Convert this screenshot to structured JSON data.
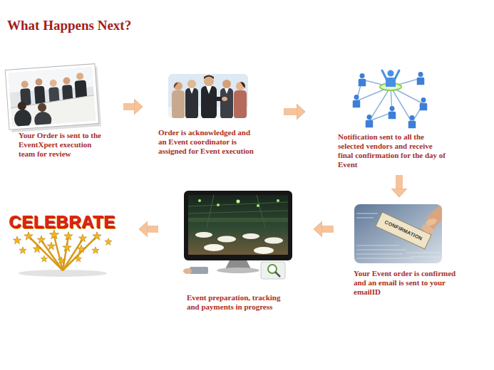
{
  "diagram": {
    "title": "What Happens Next?",
    "nodes": [
      {
        "text": [
          "Your Order is sent to the EventXpert execution team for review"
        ]
      },
      {
        "text": [
          "Order is acknowledged and an Event coordinator is assigned for Event execution"
        ]
      },
      {
        "text": [
          "Notification sent to all the selected vendors and receive final confirmation for the day of Event"
        ]
      },
      {
        "text": [
          "Your Event order is confirmed and an email is sent to your emailID"
        ]
      },
      {
        "text": [
          "Event preparation, tracking and payments in progress"
        ]
      },
      {
        "text": [
          "CELEBRATE"
        ]
      }
    ],
    "edges": [
      {
        "from": 0,
        "to": 1,
        "arrow": "to"
      },
      {
        "from": 1,
        "to": 2,
        "arrow": "to"
      },
      {
        "from": 2,
        "to": 3,
        "arrow": "to"
      },
      {
        "from": 3,
        "to": 4,
        "arrow": "to"
      },
      {
        "from": 4,
        "to": 5,
        "arrow": "to"
      }
    ],
    "labels": [
      "CONFIRMATION"
    ]
  }
}
